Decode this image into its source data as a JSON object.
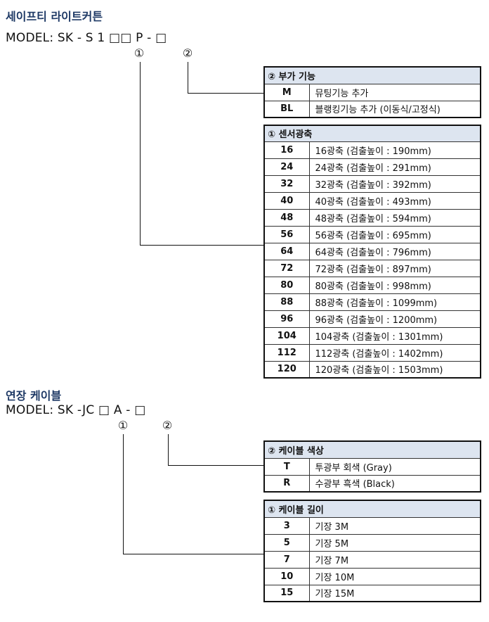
{
  "curtain": {
    "title": "세이프티 라이트커튼",
    "model_prefix": "MODEL: SK - S 1",
    "model_box": "□□",
    "model_mid": "P -",
    "model_box2": "□",
    "marker1": "①",
    "marker2": "②",
    "option_table": {
      "header": "② 부가 기능",
      "rows": [
        {
          "code": "M",
          "desc": "뮤팅기능 추가"
        },
        {
          "code": "BL",
          "desc": "블랭킹기능 추가 (이동식/고정식)"
        }
      ]
    },
    "axis_table": {
      "header": "① 센서광축",
      "rows": [
        {
          "code": "16",
          "desc": "16광축  (검출높이 : 190mm)"
        },
        {
          "code": "24",
          "desc": "24광축  (검출높이 : 291mm)"
        },
        {
          "code": "32",
          "desc": "32광축  (검출높이 : 392mm)"
        },
        {
          "code": "40",
          "desc": "40광축  (검출높이 : 493mm)"
        },
        {
          "code": "48",
          "desc": "48광축  (검출높이 : 594mm)"
        },
        {
          "code": "56",
          "desc": "56광축  (검출높이 : 695mm)"
        },
        {
          "code": "64",
          "desc": "64광축  (검출높이 : 796mm)"
        },
        {
          "code": "72",
          "desc": "72광축  (검출높이 : 897mm)"
        },
        {
          "code": "80",
          "desc": "80광축  (검출높이 : 998mm)"
        },
        {
          "code": "88",
          "desc": "88광축  (검출높이 : 1099mm)"
        },
        {
          "code": "96",
          "desc": "96광축  (검출높이 : 1200mm)"
        },
        {
          "code": "104",
          "desc": "104광축 (검출높이 : 1301mm)"
        },
        {
          "code": "112",
          "desc": "112광축 (검출높이 : 1402mm)"
        },
        {
          "code": "120",
          "desc": "120광축 (검출높이 : 1503mm)"
        }
      ]
    }
  },
  "cable": {
    "title": "연장 케이블",
    "model_prefix": "MODEL: SK -JC",
    "model_box": "□",
    "model_mid": "A -",
    "model_box2": "□",
    "marker1": "①",
    "marker2": "②",
    "color_table": {
      "header": "② 케이블 색상",
      "rows": [
        {
          "code": "T",
          "desc": "투광부 회색 (Gray)"
        },
        {
          "code": "R",
          "desc": "수광부 흑색 (Black)"
        }
      ]
    },
    "length_table": {
      "header": "① 케이블 길이",
      "rows": [
        {
          "code": "3",
          "desc": "기장 3M"
        },
        {
          "code": "5",
          "desc": "기장 5M"
        },
        {
          "code": "7",
          "desc": "기장 7M"
        },
        {
          "code": "10",
          "desc": "기장 10M"
        },
        {
          "code": "15",
          "desc": "기장 15M"
        }
      ]
    }
  }
}
